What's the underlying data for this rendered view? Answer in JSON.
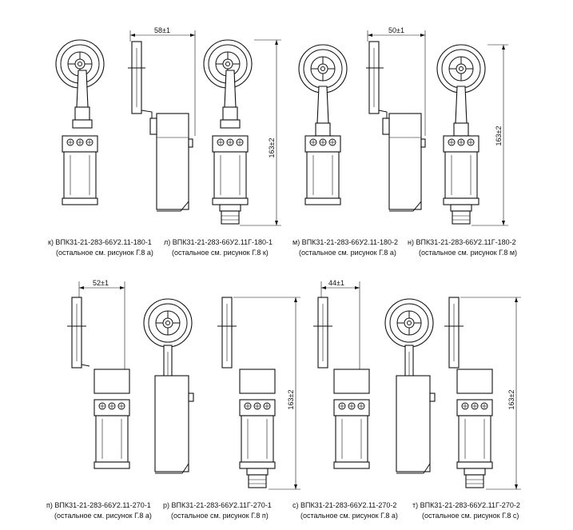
{
  "colors": {
    "line": "#111111",
    "background": "#ffffff"
  },
  "dimensions": {
    "top_row_width_1": "58±1",
    "top_row_width_2": "50±1",
    "bottom_row_width_1": "52±1",
    "bottom_row_width_2": "44±1",
    "height": "163±2"
  },
  "captions": [
    {
      "line1": "к) ВПК31-21-283-66У2.11-180-1",
      "line2": "(остальное см. рисунок Г.8 а)"
    },
    {
      "line1": "л) ВПК31-21-283-66У2.11Г-180-1",
      "line2": "(остальное см. рисунок Г.8 к)"
    },
    {
      "line1": "м) ВПК31-21-283-66У2.11-180-2",
      "line2": "(остальное см. рисунок Г.8 а)"
    },
    {
      "line1": "н) ВПК31-21-283-66У2.11Г-180-2",
      "line2": "(остальное см. рисунок Г.8 м)"
    },
    {
      "line1": "п) ВПК31-21-283-66У2.11-270-1",
      "line2": "(остальное см. рисунок Г.8 а)"
    },
    {
      "line1": "р) ВПК31-21-283-66У2.11Г-270-1",
      "line2": "(остальное см. рисунок Г.8 п)"
    },
    {
      "line1": "с) ВПК31-21-283-66У2.11-270-2",
      "line2": "(остальное см. рисунок Г.8 а)"
    },
    {
      "line1": "т) ВПК31-21-283-66У2.11Г-270-2",
      "line2": "(остальное см. рисунок Г.8 с)"
    }
  ]
}
